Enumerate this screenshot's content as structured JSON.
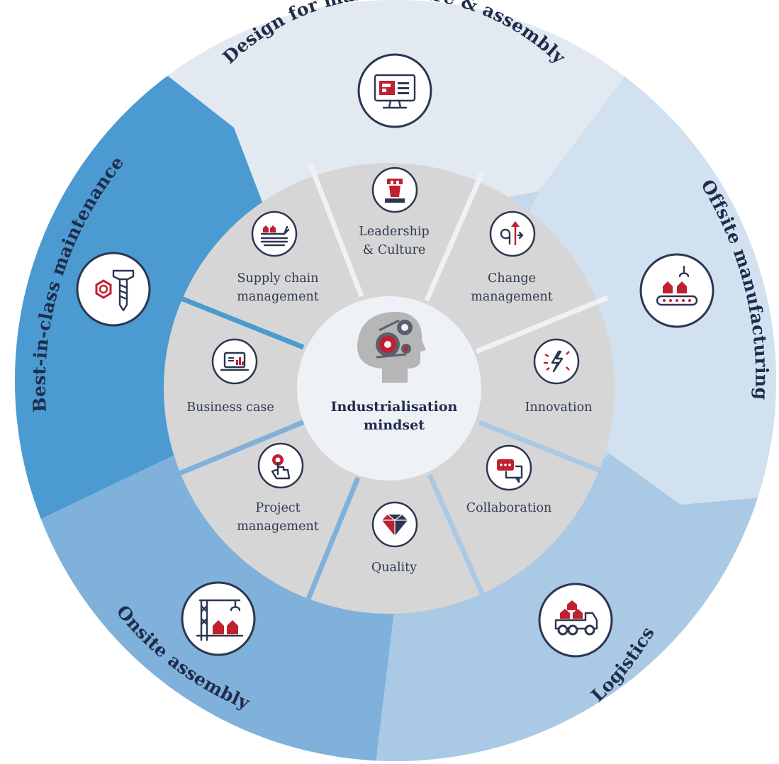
{
  "center": {
    "title_line1": "Industrialisation",
    "title_line2": "mindset",
    "icon": "head-gears-icon"
  },
  "outer_ring": [
    {
      "key": "dfma",
      "label": "Design for manufacture & assembly",
      "icon": "monitor-icon",
      "color": "#e2e9f1"
    },
    {
      "key": "offsite",
      "label": "Offsite manufacturing",
      "icon": "production-line-icon",
      "color": "#d2e1ef"
    },
    {
      "key": "logistics",
      "label": "Logistics",
      "icon": "truck-icon",
      "color": "#a9c9e4"
    },
    {
      "key": "onsite",
      "label": "Onsite assembly",
      "icon": "crane-icon",
      "color": "#7fb1db"
    },
    {
      "key": "maintenance",
      "label": "Best-in-class maintenance",
      "icon": "bolt-nut-icon",
      "color": "#4b9ad1"
    }
  ],
  "inner_ring": [
    {
      "key": "leadership",
      "lines": [
        "Leadership",
        "& Culture"
      ],
      "icon": "chess-rook-icon"
    },
    {
      "key": "change",
      "lines": [
        "Change",
        "management"
      ],
      "icon": "change-arrows-icon"
    },
    {
      "key": "innovation",
      "lines": [
        "Innovation"
      ],
      "icon": "lightning-icon"
    },
    {
      "key": "collaboration",
      "lines": [
        "Collaboration"
      ],
      "icon": "chat-bubbles-icon"
    },
    {
      "key": "quality",
      "lines": [
        "Quality"
      ],
      "icon": "diamond-icon"
    },
    {
      "key": "project",
      "lines": [
        "Project",
        "management"
      ],
      "icon": "pointer-hand-icon"
    },
    {
      "key": "business",
      "lines": [
        "Business case"
      ],
      "icon": "laptop-chart-icon"
    },
    {
      "key": "supply",
      "lines": [
        "Supply chain",
        "management"
      ],
      "icon": "cargo-ship-icon"
    }
  ],
  "colors": {
    "inner_segment": "#d6d6d6",
    "center_fill": "#eef1f5",
    "accent_red": "#c0202f",
    "ink": "#2b3650"
  }
}
